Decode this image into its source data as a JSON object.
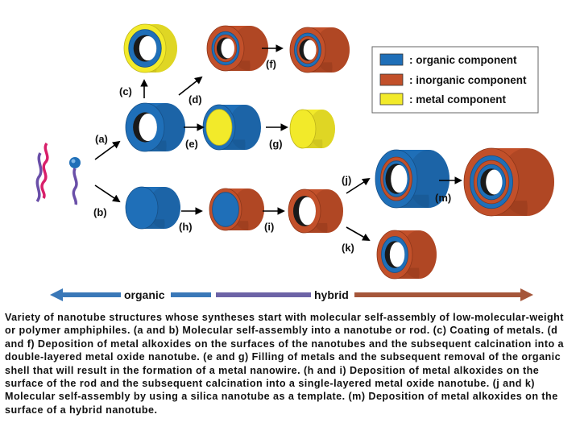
{
  "legend": {
    "items": [
      {
        "color": "#1f6fb8",
        "label": ": organic component"
      },
      {
        "color": "#c2502a",
        "label": ": inorganic component"
      },
      {
        "color": "#f2ea2a",
        "label": ": metal component"
      }
    ]
  },
  "steps": {
    "a": "(a)",
    "b": "(b)",
    "c": "(c)",
    "d": "(d)",
    "e": "(e)",
    "f": "(f)",
    "g": "(g)",
    "h": "(h)",
    "i": "(i)",
    "j": "(j)",
    "k": "(k)",
    "m": "(m)"
  },
  "bottom_bar": {
    "left_label": "organic",
    "right_label": "hybrid"
  },
  "colors": {
    "organic": "#1f6fb8",
    "organic_dark": "#164f86",
    "inorganic": "#c2502a",
    "inorganic_dark": "#8e3619",
    "metal": "#f2ea2a",
    "metal_dark": "#bdb31a",
    "arrow_blue": "#3a78b8",
    "arrow_brown": "#a5563a"
  },
  "caption": "Variety of nanotube structures whose syntheses start with molecular self-assembly of low-molecular-weight or polymer amphiphiles. (a and b) Molecular self-assembly into a nanotube or rod. (c) Coating of metals. (d and f) Deposition of metal alkoxides on the surfaces of the nanotubes and the subsequent calcination into a double-layered metal oxide nanotube. (e and g) Filling of metals and the subsequent removal of the organic shell that will result in the formation of a metal nanowire. (h and i) Deposition of metal alkoxides on the surface of the rod and the subsequent calcination into a single-layered metal oxide nanotube. (j and k) Molecular self-assembly by using a silica nanotube as a template. (m) Deposition of metal alkoxides on the surface of a hybrid nanotube."
}
